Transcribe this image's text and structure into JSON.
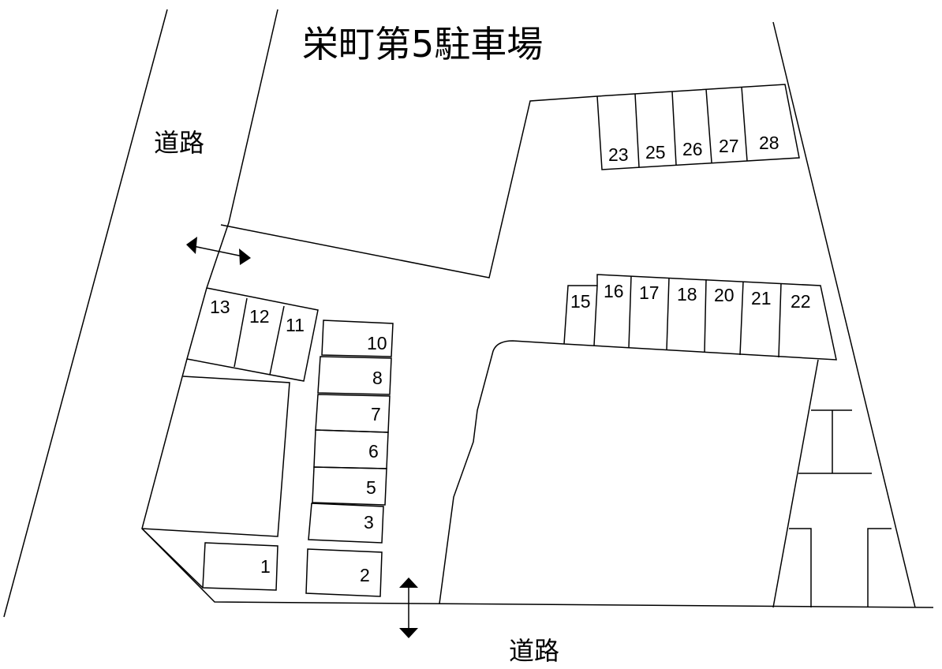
{
  "title": "栄町第5駐車場",
  "road_labels": [
    "道路",
    "道路"
  ],
  "slots": [
    "1",
    "2",
    "3",
    "5",
    "6",
    "7",
    "8",
    "10",
    "11",
    "12",
    "13",
    "15",
    "16",
    "17",
    "18",
    "20",
    "21",
    "22",
    "23",
    "25",
    "26",
    "27",
    "28"
  ],
  "colors": {
    "line": "#000000",
    "background": "#ffffff"
  }
}
